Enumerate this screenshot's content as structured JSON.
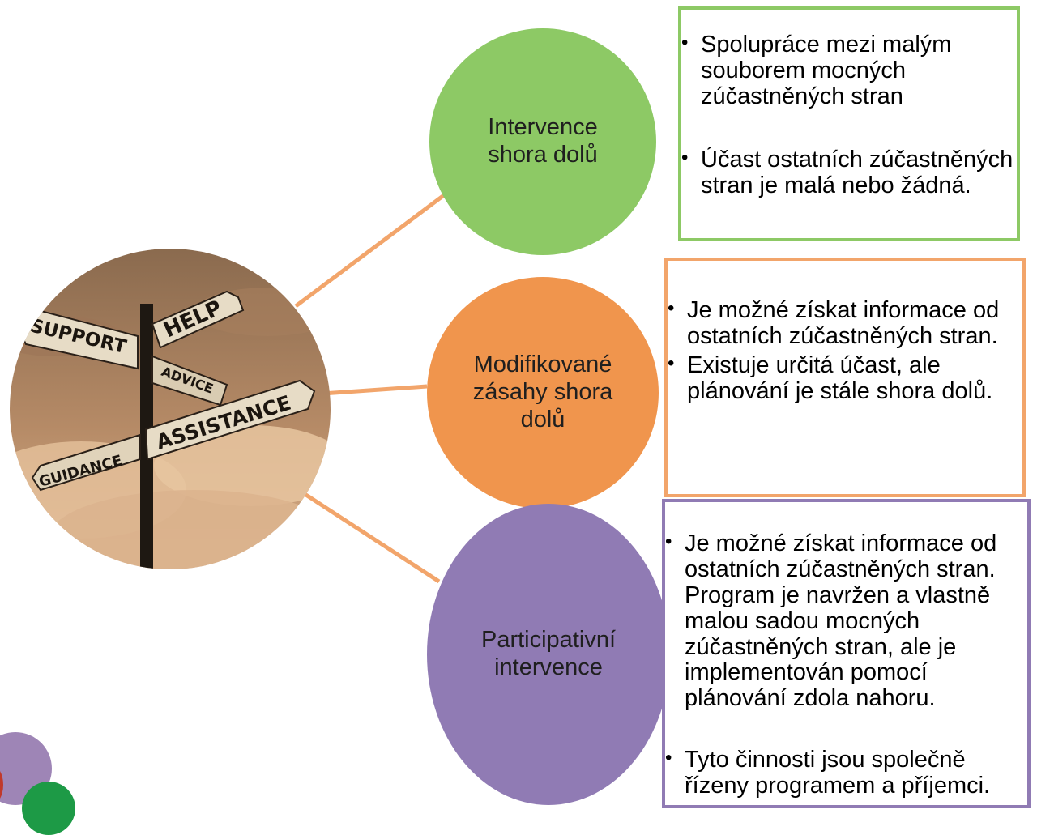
{
  "photo": {
    "signs": [
      "HELP",
      "SUPPORT",
      "ADVICE",
      "ASSISTANCE",
      "GUIDANCE"
    ],
    "tone": "#c9a07a"
  },
  "nodes": [
    {
      "title": "Intervence shora dolů",
      "color": "#8dc965",
      "bullets": [
        "Spolupráce mezi malým souborem mocných zúčastněných stran",
        "Účast ostatních zúčastněných stran je malá nebo žádná."
      ]
    },
    {
      "title": "Modifikované zásahy shora dolů",
      "color": "#f0954d",
      "bullets": [
        "Je možné získat informace od ostatních zúčastněných stran.",
        "Existuje určitá účast, ale plánování je stále shora dolů."
      ]
    },
    {
      "title": "Participativní intervence",
      "color": "#907bb4",
      "bullets": [
        "Je možné získat informace od ostatních zúčastněných stran. Program je navržen a vlastně malou sadou mocných zúčastněných stran, ale je implementován pomocí plánování zdola nahoru.",
        "Tyto činnosti jsou společně řízeny programem a příjemci."
      ]
    }
  ]
}
